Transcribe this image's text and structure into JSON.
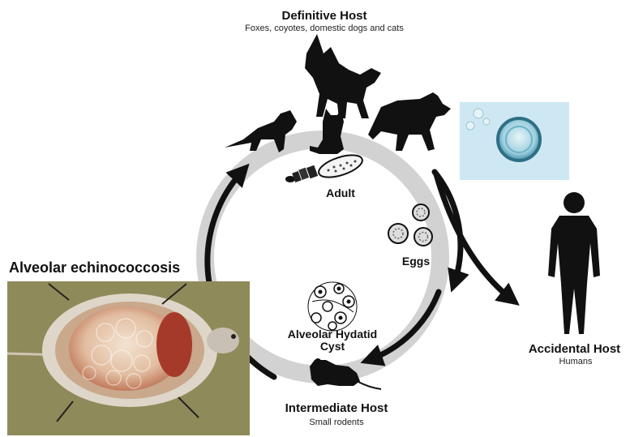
{
  "definitive_host": {
    "title": "Definitive Host",
    "subtitle": "Foxes, coyotes, domestic dogs and cats"
  },
  "intermediate_host": {
    "title": "Intermediate Host",
    "subtitle": "Small rodents"
  },
  "accidental_host": {
    "title": "Accidental Host",
    "subtitle": "Humans"
  },
  "stages": {
    "adult": "Adult",
    "eggs": "Eggs",
    "cyst_line1": "Alveolar Hydatid",
    "cyst_line2": "Cyst"
  },
  "photo_title": "Alveolar echinococcosis",
  "icons": [
    "dog-icon",
    "fox-icon",
    "cat-icon",
    "coyote-icon",
    "human-icon",
    "rodent-icon",
    "tapeworm-icon",
    "egg-icon",
    "cyst-icon"
  ],
  "colors": {
    "ring": "#d2d2d2",
    "silhouette": "#111111",
    "photo_background": "#cde8f2",
    "egg_shell": "#3f8aa6"
  }
}
